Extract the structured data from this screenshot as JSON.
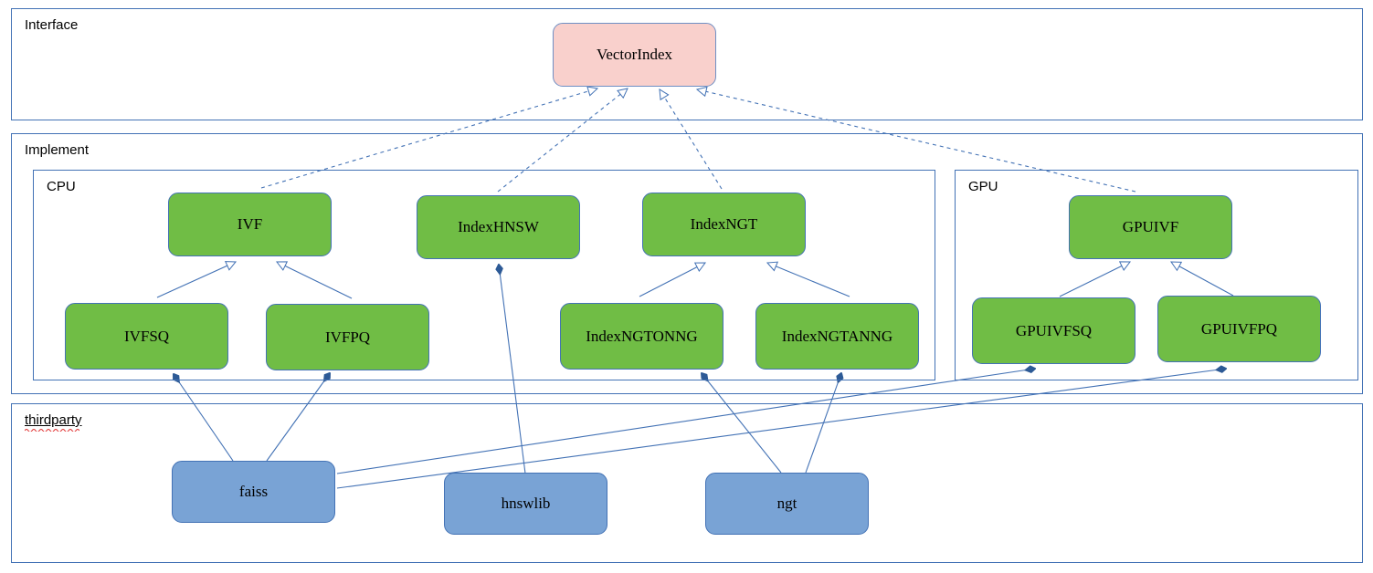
{
  "diagram": {
    "type": "uml-class-diagram",
    "title_present": false,
    "colors": {
      "interface_node_fill": "#F9D0CC",
      "implement_node_fill": "#70BD45",
      "thirdparty_node_fill": "#79A3D5",
      "border": "#4372B5",
      "edge": "#4372B5",
      "spellcheck_underline": "#E03030"
    }
  },
  "groups": [
    {
      "id": "interface",
      "label": "Interface"
    },
    {
      "id": "implement",
      "label": "Implement"
    },
    {
      "id": "cpu",
      "label": "CPU"
    },
    {
      "id": "gpu",
      "label": "GPU"
    },
    {
      "id": "thirdparty",
      "label": "thirdparty",
      "misspelled": true
    }
  ],
  "nodes": [
    {
      "id": "VectorIndex",
      "label": "VectorIndex",
      "group": "interface",
      "style": "pink"
    },
    {
      "id": "IVF",
      "label": "IVF",
      "group": "cpu",
      "style": "green"
    },
    {
      "id": "IndexHNSW",
      "label": "IndexHNSW",
      "group": "cpu",
      "style": "green"
    },
    {
      "id": "IndexNGT",
      "label": "IndexNGT",
      "group": "cpu",
      "style": "green"
    },
    {
      "id": "IVFSQ",
      "label": "IVFSQ",
      "group": "cpu",
      "style": "green"
    },
    {
      "id": "IVFPQ",
      "label": "IVFPQ",
      "group": "cpu",
      "style": "green"
    },
    {
      "id": "IndexNGTONNG",
      "label": "IndexNGTONNG",
      "group": "cpu",
      "style": "green"
    },
    {
      "id": "IndexNGTANNG",
      "label": "IndexNGTANNG",
      "group": "cpu",
      "style": "green"
    },
    {
      "id": "GPUIVF",
      "label": "GPUIVF",
      "group": "gpu",
      "style": "green"
    },
    {
      "id": "GPUIVFSQ",
      "label": "GPUIVFSQ",
      "group": "gpu",
      "style": "green"
    },
    {
      "id": "GPUIVFPQ",
      "label": "GPUIVFPQ",
      "group": "gpu",
      "style": "green"
    },
    {
      "id": "faiss",
      "label": "faiss",
      "group": "thirdparty",
      "style": "blue"
    },
    {
      "id": "hnswlib",
      "label": "hnswlib",
      "group": "thirdparty",
      "style": "blue"
    },
    {
      "id": "ngt",
      "label": "ngt",
      "group": "thirdparty",
      "style": "blue"
    }
  ],
  "edges": [
    {
      "from": "IVF",
      "to": "VectorIndex",
      "kind": "realization",
      "style": "dashed",
      "marker": "hollow-triangle"
    },
    {
      "from": "IndexHNSW",
      "to": "VectorIndex",
      "kind": "realization",
      "style": "dashed",
      "marker": "hollow-triangle"
    },
    {
      "from": "IndexNGT",
      "to": "VectorIndex",
      "kind": "realization",
      "style": "dashed",
      "marker": "hollow-triangle"
    },
    {
      "from": "GPUIVF",
      "to": "VectorIndex",
      "kind": "realization",
      "style": "dashed",
      "marker": "hollow-triangle"
    },
    {
      "from": "IVFSQ",
      "to": "IVF",
      "kind": "inheritance",
      "style": "solid",
      "marker": "hollow-triangle"
    },
    {
      "from": "IVFPQ",
      "to": "IVF",
      "kind": "inheritance",
      "style": "solid",
      "marker": "hollow-triangle"
    },
    {
      "from": "IndexNGTONNG",
      "to": "IndexNGT",
      "kind": "inheritance",
      "style": "solid",
      "marker": "hollow-triangle"
    },
    {
      "from": "IndexNGTANNG",
      "to": "IndexNGT",
      "kind": "inheritance",
      "style": "solid",
      "marker": "hollow-triangle"
    },
    {
      "from": "GPUIVFSQ",
      "to": "GPUIVF",
      "kind": "inheritance",
      "style": "solid",
      "marker": "hollow-triangle"
    },
    {
      "from": "GPUIVFPQ",
      "to": "GPUIVF",
      "kind": "inheritance",
      "style": "solid",
      "marker": "hollow-triangle"
    },
    {
      "from": "faiss",
      "to": "IVFSQ",
      "kind": "composition",
      "style": "solid",
      "marker": "filled-diamond"
    },
    {
      "from": "faiss",
      "to": "IVFPQ",
      "kind": "composition",
      "style": "solid",
      "marker": "filled-diamond"
    },
    {
      "from": "faiss",
      "to": "GPUIVFSQ",
      "kind": "composition",
      "style": "solid",
      "marker": "filled-diamond"
    },
    {
      "from": "faiss",
      "to": "GPUIVFPQ",
      "kind": "composition",
      "style": "solid",
      "marker": "filled-diamond"
    },
    {
      "from": "hnswlib",
      "to": "IndexHNSW",
      "kind": "composition",
      "style": "solid",
      "marker": "filled-diamond"
    },
    {
      "from": "ngt",
      "to": "IndexNGTONNG",
      "kind": "composition",
      "style": "solid",
      "marker": "filled-diamond"
    },
    {
      "from": "ngt",
      "to": "IndexNGTANNG",
      "kind": "composition",
      "style": "solid",
      "marker": "filled-diamond"
    }
  ]
}
